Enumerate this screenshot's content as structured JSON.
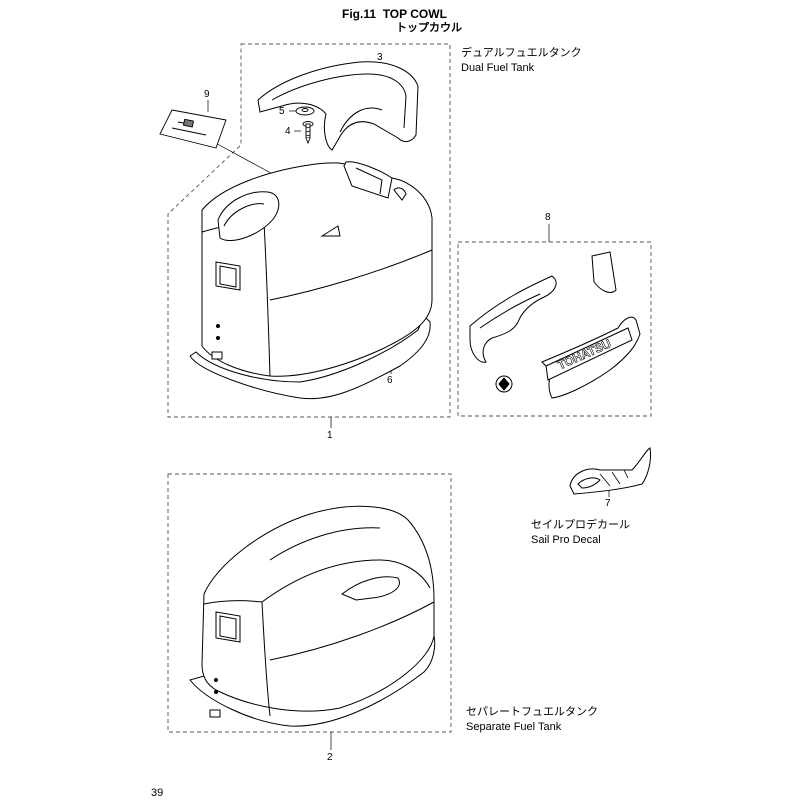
{
  "header": {
    "fig_label": "Fig.11",
    "title_en": "TOP COWL",
    "title_jp": "トップカウル"
  },
  "captions": {
    "dual": {
      "jp": "デュアルフュエルタンク",
      "en": "Dual Fuel Tank"
    },
    "sail": {
      "jp": "セイルプロデカール",
      "en": "Sail Pro Decal"
    },
    "separate": {
      "jp": "セパレートフュエルタンク",
      "en": "Separate Fuel Tank"
    }
  },
  "callouts": {
    "p1": "1",
    "p2": "2",
    "p3": "3",
    "p4": "4",
    "p5": "5",
    "p6": "6",
    "p7": "7",
    "p8": "8",
    "p9": "9"
  },
  "decal_text": {
    "brand": "TOHATSU"
  },
  "page_number": "39"
}
